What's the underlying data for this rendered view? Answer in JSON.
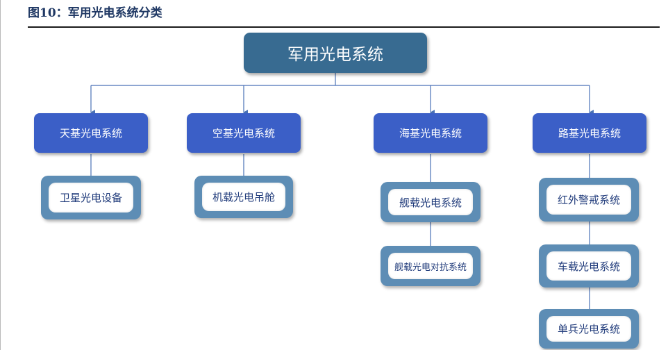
{
  "figure": {
    "title": "图10：军用光电系统分类"
  },
  "root": {
    "label": "军用光电系统"
  },
  "categories": [
    {
      "label": "天基光电系统",
      "children": [
        "卫星光电设备"
      ]
    },
    {
      "label": "空基光电系统",
      "children": [
        "机载光电吊舱"
      ]
    },
    {
      "label": "海基光电系统",
      "children": [
        "舰载光电系统",
        "舰载光电对抗系统"
      ]
    },
    {
      "label": "路基光电系统",
      "children": [
        "红外警戒系统",
        "车载光电系统",
        "单兵光电系统"
      ]
    }
  ],
  "colors": {
    "root_fill": "#386b91",
    "category_fill": "#3b5fc7",
    "leaf_frame": "#5d8db5",
    "connector": "#4a72b6",
    "title_text": "#1f3864"
  }
}
